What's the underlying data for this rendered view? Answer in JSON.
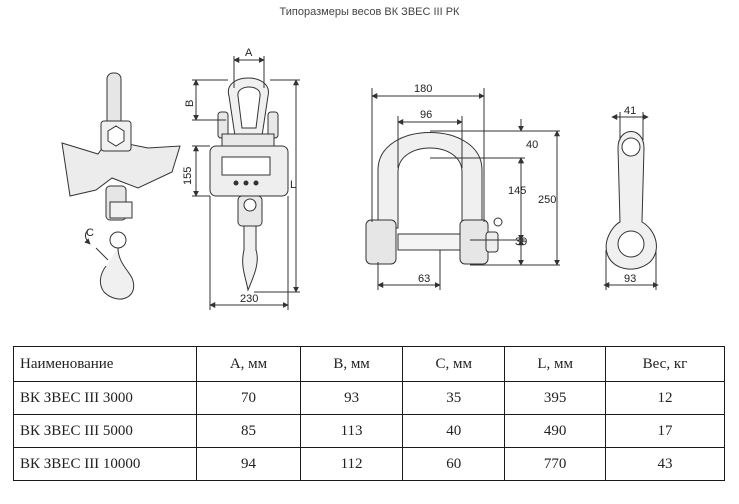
{
  "title": "Типоразмеры весов ВК ЗВЕС III РК",
  "dimensions": {
    "a": "A",
    "b": "B",
    "c": "C",
    "l": "L",
    "front_height": "155",
    "front_width": "230",
    "shackle_width": "180",
    "shackle_inner": "96",
    "shackle_top": "40",
    "shackle_mid": "145",
    "shackle_total": "250",
    "shackle_pin": "39",
    "shackle_base": "63",
    "side_top": "41",
    "side_width": "93"
  },
  "table": {
    "headers": [
      "Наименование",
      "A, мм",
      "B, мм",
      "C, мм",
      "L, мм",
      "Вес, кг"
    ],
    "rows": [
      [
        "ВК ЗВЕС III 3000",
        "70",
        "93",
        "35",
        "395",
        "12"
      ],
      [
        "ВК ЗВЕС III 5000",
        "85",
        "113",
        "40",
        "490",
        "17"
      ],
      [
        "ВК ЗВЕС III 10000",
        "94",
        "112",
        "60",
        "770",
        "43"
      ]
    ]
  }
}
